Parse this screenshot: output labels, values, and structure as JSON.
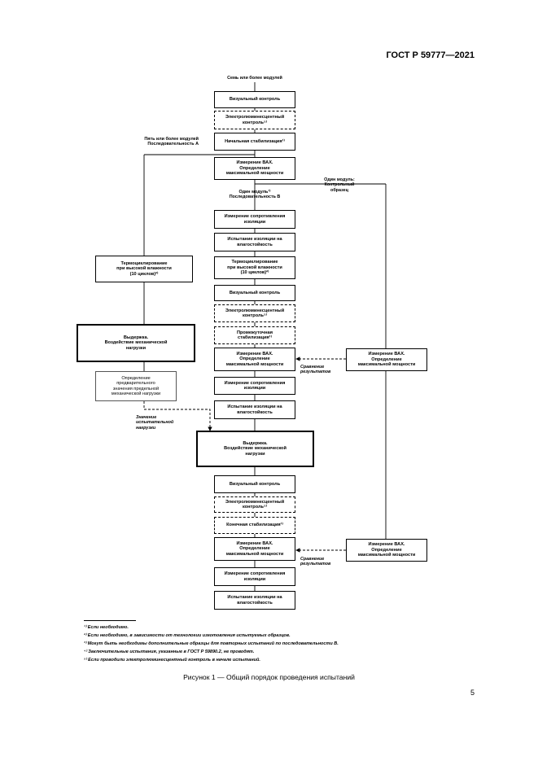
{
  "header": {
    "doc_code": "ГОСТ Р 59777—2021"
  },
  "diagram": {
    "top_label": "Семь или более модулей",
    "seq_a_label": "Пять или более модулей\nПоследовательность А",
    "one_module_b_label": "Один модуль¹⁾\nПоследовательность В",
    "one_module_control_label": "Один модуль:\nКонтрольный\nобразец",
    "compare_results_1": "Сравнение\nрезультатов",
    "compare_results_2": "Сравнение\nрезультатов",
    "apply_load_label": "Значение\nиспытательной\nнагрузки",
    "boxes": {
      "b1": "Визуальный контроль",
      "b2": "Электролюминесцентный\nконтроль⁵⁾",
      "b3": "Начальная стабилизация¹⁾",
      "b4": "Измерение ВАХ.\nОпределение\nмаксимальной мощности",
      "b5": "Измерение сопротивления\nизоляции",
      "b6": "Испытание изоляции на\nвлагостойкость",
      "b7": "Термоциклирование\nпри высокой влажности\n(10 циклов)²⁾",
      "b8": "Визуальный контроль",
      "b9": "Электролюминесцентный\nконтроль⁵⁾",
      "b10": "Промежуточная\nстабилизация¹⁾",
      "b11": "Измерение ВАХ.\nОпределение\nмаксимальной мощности",
      "b12": "Измерение сопротивления\nизоляции",
      "b13": "Испытание изоляции на\nвлагостойкость",
      "b14": "Выдержка.\nВоздействие механической\nнагрузки",
      "b15": "Визуальный контроль",
      "b16": "Электролюминесцентный\nконтроль⁵⁾",
      "b17": "Конечная стабилизация¹⁾",
      "b18": "Измерение ВАХ.\nОпределение\nмаксимальной мощности",
      "b19": "Измерение сопротивления\nизоляции",
      "b20": "Испытание изоляции на\nвлагостойкость",
      "a1": "Термоциклирование\nпри высокой влажности\n(10 циклов)²⁾",
      "a2": "Выдержка.\nВоздействие механической\nнагрузки",
      "a3": "Определение\nпредварительного\nзначения предельной\nмеханической нагрузки",
      "c1": "Измерение ВАХ.\nОпределение\nмаксимальной мощности",
      "c2": "Измерение ВАХ.\nОпределение\nмаксимальной мощности"
    }
  },
  "footnotes": [
    "¹⁾ Если необходимо.",
    "²⁾ Если необходимо, в зависимости от технологии изготовления испытуемых образцов.",
    "³⁾ Могут быть необходимы дополнительные образцы для повторных испытаний по последовательности В.",
    "⁴⁾ Заключительные испытания, указанные в ГОСТ Р 59890.2, не проводят.",
    "⁵⁾ Если проводили электролюминесцентный контроль в начале испытаний."
  ],
  "caption": "Рисунок 1 — Общий порядок проведения испытаний",
  "page_number": "5"
}
